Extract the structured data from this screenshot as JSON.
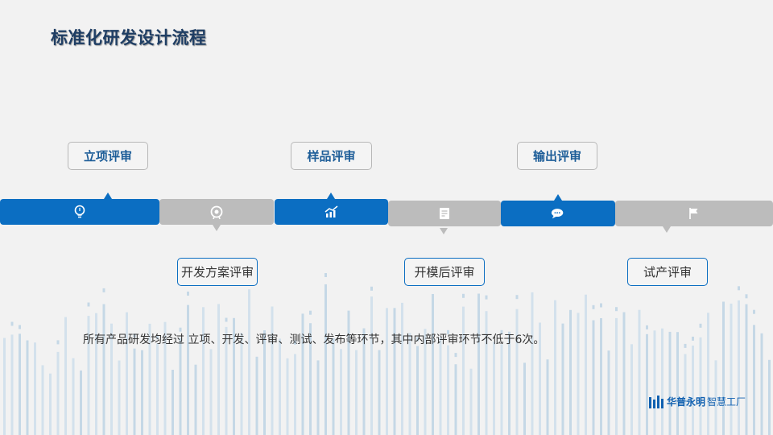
{
  "title": "标准化研发设计流程",
  "steps_top": [
    "立项评审",
    "样品评审",
    "输出评审"
  ],
  "steps_bottom": [
    "开发方案评审",
    "开模后评审",
    "试产评审"
  ],
  "timeline_icons": [
    "lightbulb-icon",
    "settings-icon",
    "chart-icon",
    "document-icon",
    "chat-icon",
    "flag-icon"
  ],
  "description": "所有产品研发均经过 立项、开发、评审、测试、发布等环节，其中内部评审环节不低于6次。",
  "logo": {
    "brand": "华普永明",
    "tagline": "智慧工厂"
  },
  "colors": {
    "accent": "#0b6ec2",
    "inactive": "#bcbcbc",
    "title": "#1f3e64",
    "background": "#f2f2f2"
  }
}
